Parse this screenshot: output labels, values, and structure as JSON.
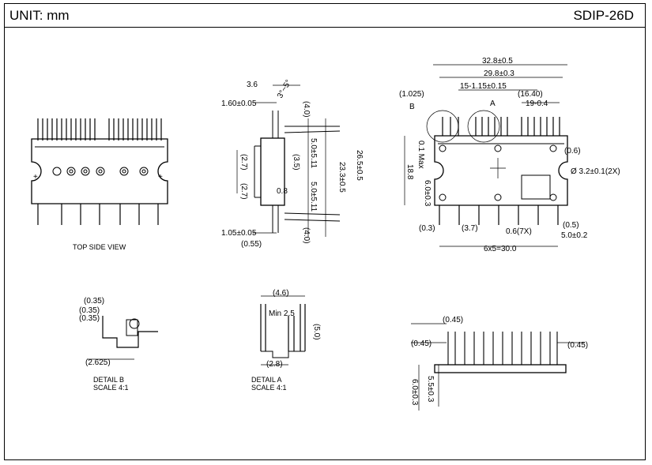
{
  "header": {
    "unit_label": "UNIT: mm",
    "package_name": "SDIP-26D"
  },
  "captions": {
    "top_side_view": "TOP SIDE VIEW",
    "detail_b": "DETAIL B",
    "detail_a": "DETAIL A",
    "scale": "SCALE 4:1"
  },
  "dimensions": {
    "side": [
      "3.6",
      "1.60±0.05",
      "(4.0)",
      "3°~5°",
      "5.0±5.11",
      "5.0±5.11",
      "26.5±0.5",
      "23.3±0.5",
      "(3.5)",
      "(2.7)",
      "(2.7)",
      "0.8",
      "(4.0)",
      "1.05±0.05",
      "(0.55)"
    ],
    "top": [
      "32.8±0.5",
      "29.8±0.3",
      "(1.025)",
      "15-1.15±0.15",
      "(16.40)",
      "19-0.4",
      "B",
      "A",
      "(0.6)",
      "0.1 Max",
      "18.8",
      "6.0±0.3",
      "Ø 3.2±0.1(2X)",
      "(0.3)",
      "(3.7)",
      "0.6(7X)",
      "(0.5)",
      "5.0±0.2",
      "6x5=30.0"
    ],
    "detail_b": [
      "(0.35)",
      "(0.35)",
      "(0.35)",
      "(2.625)"
    ],
    "detail_a": [
      "(4.6)",
      "Min 2.5",
      "(5.0)",
      "(2.8)"
    ],
    "bottom": [
      "(0.45)",
      "(0.45)",
      "(0.45)",
      "6.0±0.3",
      "5.5±0.3"
    ]
  }
}
